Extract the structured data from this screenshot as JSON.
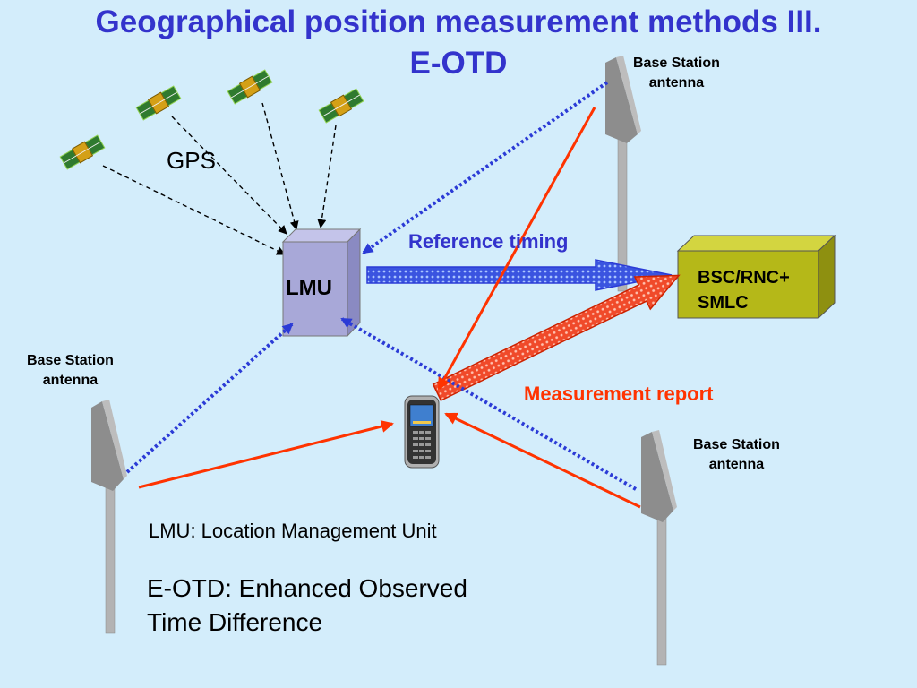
{
  "title": {
    "line1": "Geographical position measurement methods III.",
    "line2": "E-OTD"
  },
  "gps_label": "GPS",
  "lmu_label": "LMU",
  "bsc_label": {
    "line1": "BSC/RNC+",
    "line2": "SMLC"
  },
  "reference_timing": "Reference timing",
  "measurement_report": "Measurement report",
  "base_station": {
    "line1": "Base Station",
    "line2": "antenna"
  },
  "legend": {
    "lmu_def": "LMU: Location Management Unit",
    "eotd_line1": "E-OTD: Enhanced  Observed",
    "eotd_line2": "Time Difference"
  },
  "colors": {
    "background": "#d3edfb",
    "title": "#3333cc",
    "blue_link": "#3333cc",
    "red_link": "#ff3300",
    "lmu_box": "#a8a8d8",
    "bsc_box": "#b5b818"
  }
}
